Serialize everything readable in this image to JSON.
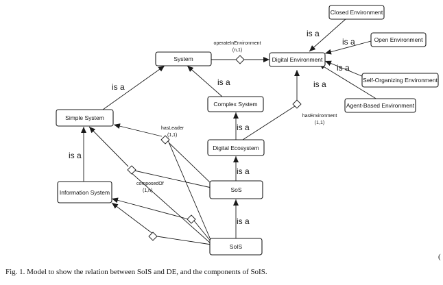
{
  "boxes": {
    "closed_environment": "Closed Environment",
    "open_environment": "Open Environment",
    "digital_environment": "Digital Environment",
    "system": "System",
    "self_organizing_environment": "Self-Organizing Environment",
    "complex_system": "Complex System",
    "agent_based_environment": "Agent-Based Environment",
    "simple_system": "Simple System",
    "digital_ecosystem": "Digital Ecosystem",
    "information_system": "Information System",
    "sos": "SoS",
    "sois": "SoIS"
  },
  "relations": {
    "operate_in_environment": "operateInEnvironment",
    "operate_in_environment_card": "(n,1)",
    "has_environment": "hasEnvironment",
    "has_environment_card": "(1,1)",
    "has_leader": "hasLeader",
    "has_leader_card": "(1,1)",
    "composed_of": "composedOf",
    "composed_of_card": "(1,n)"
  },
  "isa_label": "is a",
  "caption": "Fig. 1.   Model to show the relation between SoIS and DE, and the components of SoIS.",
  "stray_mark": "("
}
